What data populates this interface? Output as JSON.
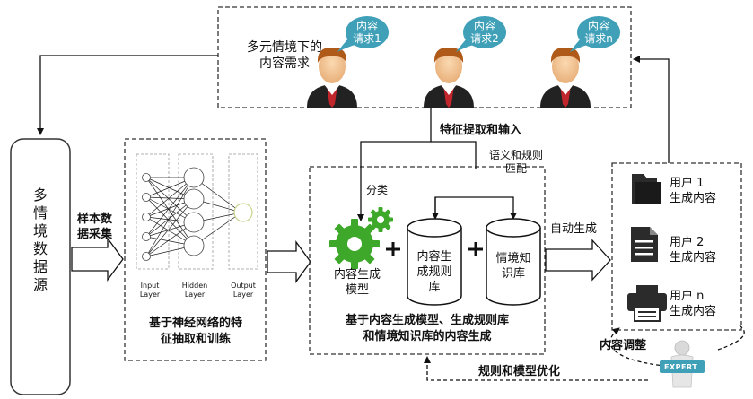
{
  "top_box": {
    "label": "多元情境下的\n内容需求",
    "requests": [
      {
        "label": "内容\n请求1"
      },
      {
        "label": "内容\n请求2"
      },
      {
        "label": "内容\n请求n"
      }
    ]
  },
  "source_box": {
    "label": "多情境数据源"
  },
  "sample_label": "样本数\n据采集",
  "nn_box": {
    "input_layer": "Input\nLayer",
    "hidden_layer": "Hidden\nLayer",
    "output_layer": "Output\nLayer",
    "caption": "基于神经网络的特\n征抽取和训练"
  },
  "feature_label": "特征提取和输入",
  "semantic_label": "语义和规则\n匹配",
  "classify_label": "分类",
  "gen_box": {
    "model_label": "内容生成\n模型",
    "rules_db": "内容生\n成规则\n库",
    "knowledge_db": "情境知\n识库",
    "caption": "基于内容生成模型、生成规则库\n和情境知识库的内容生成"
  },
  "auto_gen_label": "自动生成",
  "user_box": {
    "items": [
      {
        "label": "用户 1\n生成内容",
        "icon": "folder-icon"
      },
      {
        "label": "用户 2\n生成内容",
        "icon": "document-icon"
      },
      {
        "label": "用户 n\n生成内容",
        "icon": "printer-icon"
      }
    ]
  },
  "adjust_label": "内容调整",
  "optimize_label": "规则和模型优化",
  "expert_label": "EXPERT",
  "colors": {
    "bubble": "#3fa0b8",
    "gear": "#3ea82a",
    "hair": "#b05a1a",
    "skin": "#f5c89a",
    "suit": "#222222",
    "tie": "#c0262c"
  }
}
